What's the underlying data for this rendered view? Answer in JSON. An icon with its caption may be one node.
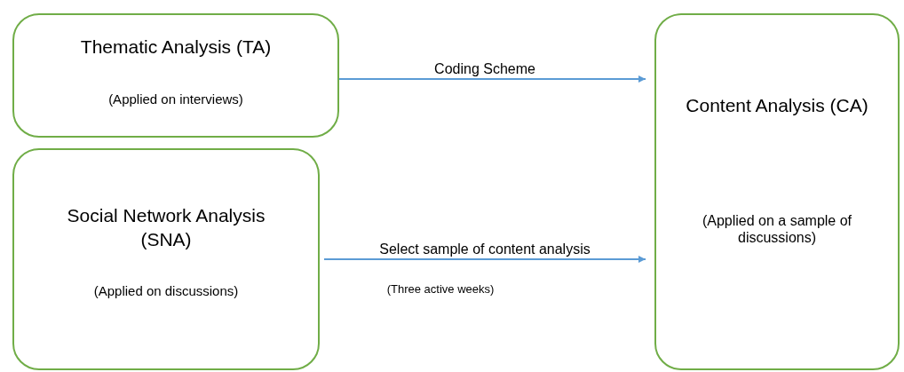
{
  "diagram": {
    "nodes": [
      {
        "text": [
          "Thematic Analysis (TA)",
          "(Applied on interviews)"
        ]
      },
      {
        "text": [
          "Social Network Analysis (SNA)",
          "(Applied on discussions)"
        ]
      },
      {
        "text": [
          "Content Analysis (CA)",
          "(Applied on a sample of discussions)"
        ]
      }
    ],
    "edges": [
      {
        "from": 0,
        "to": 2,
        "arrow": "to",
        "label": "Coding Scheme"
      },
      {
        "from": 1,
        "to": 2,
        "arrow": "to",
        "label": "Select sample of content analysis"
      }
    ],
    "labels": [
      "(Three active weeks)"
    ]
  }
}
